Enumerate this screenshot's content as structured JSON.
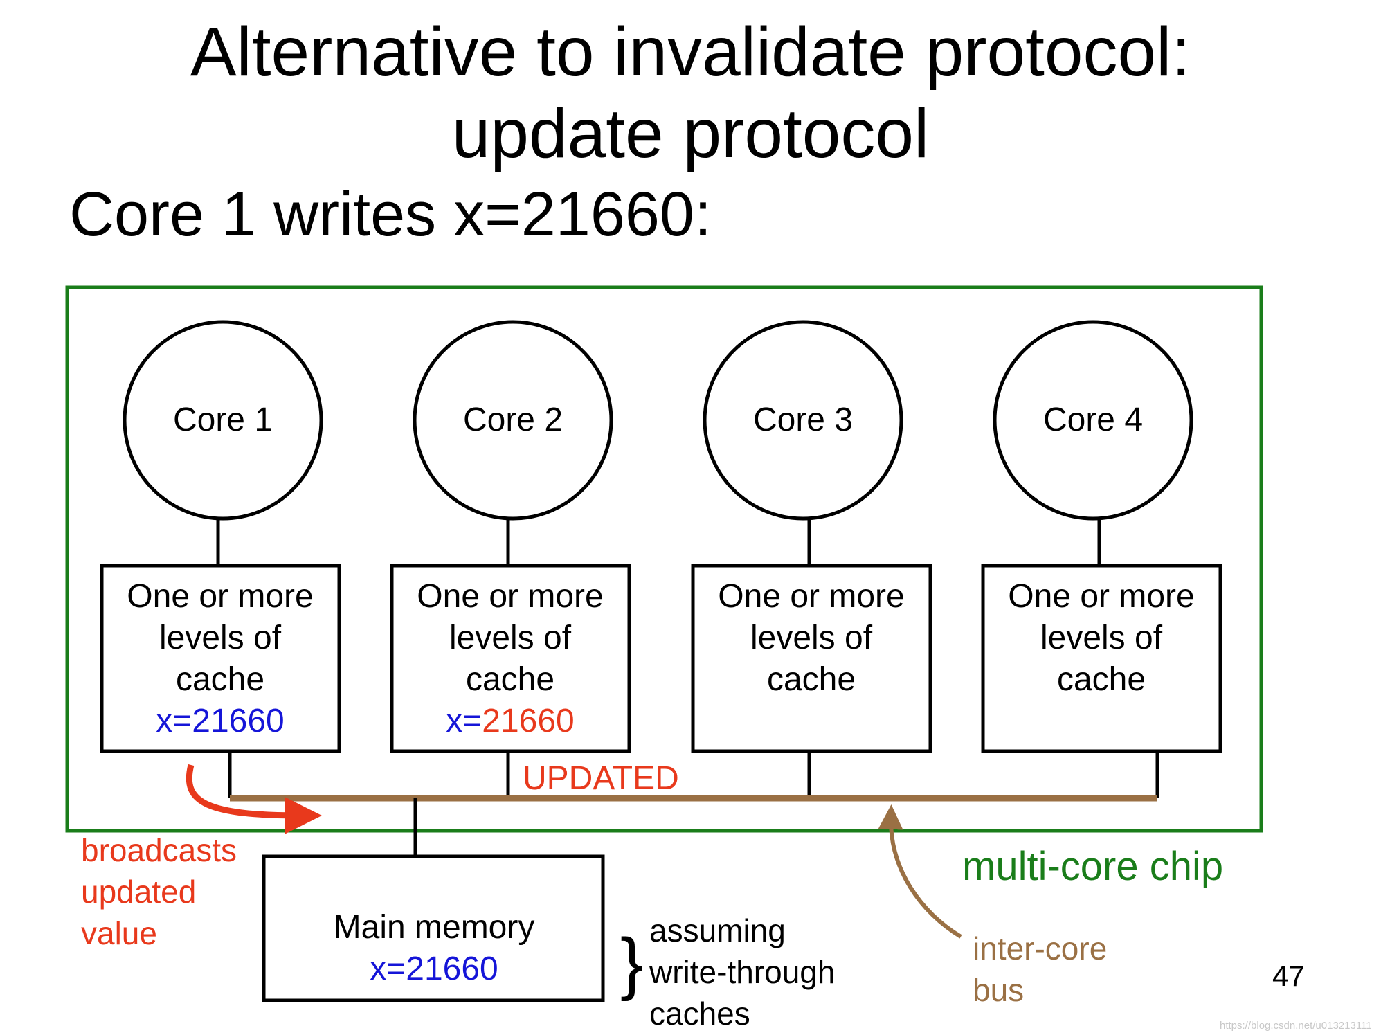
{
  "title": {
    "line1": "Alternative to invalidate protocol:",
    "line2": "update protocol"
  },
  "subtitle": "Core 1 writes x=21660:",
  "chip": {
    "label": "multi-core chip",
    "border_color": "#1a7d1a"
  },
  "cores": [
    {
      "label": "Core 1",
      "cache_text": [
        "One or more",
        "levels of",
        "cache"
      ],
      "value_prefix": "x=",
      "value_number": "21660"
    },
    {
      "label": "Core 2",
      "cache_text": [
        "One or more",
        "levels of",
        "cache"
      ],
      "value_prefix": "x=",
      "value_number": "21660"
    },
    {
      "label": "Core 3",
      "cache_text": [
        "One or more",
        "levels of",
        "cache"
      ]
    },
    {
      "label": "Core 4",
      "cache_text": [
        "One or more",
        "levels of",
        "cache"
      ]
    }
  ],
  "updated_label": "UPDATED",
  "broadcast_note": [
    "broadcasts",
    "updated",
    "value"
  ],
  "bus": {
    "label": [
      "inter-core",
      "bus"
    ],
    "color": "#9a7044"
  },
  "memory": {
    "label": "Main memory",
    "value": "x=21660"
  },
  "assumption": [
    "assuming",
    "write-through",
    "caches"
  ],
  "page_number": "47",
  "watermark": "https://blog.csdn.net/u013213111",
  "colors": {
    "value_blue": "#1515d8",
    "update_red": "#e8391c"
  }
}
